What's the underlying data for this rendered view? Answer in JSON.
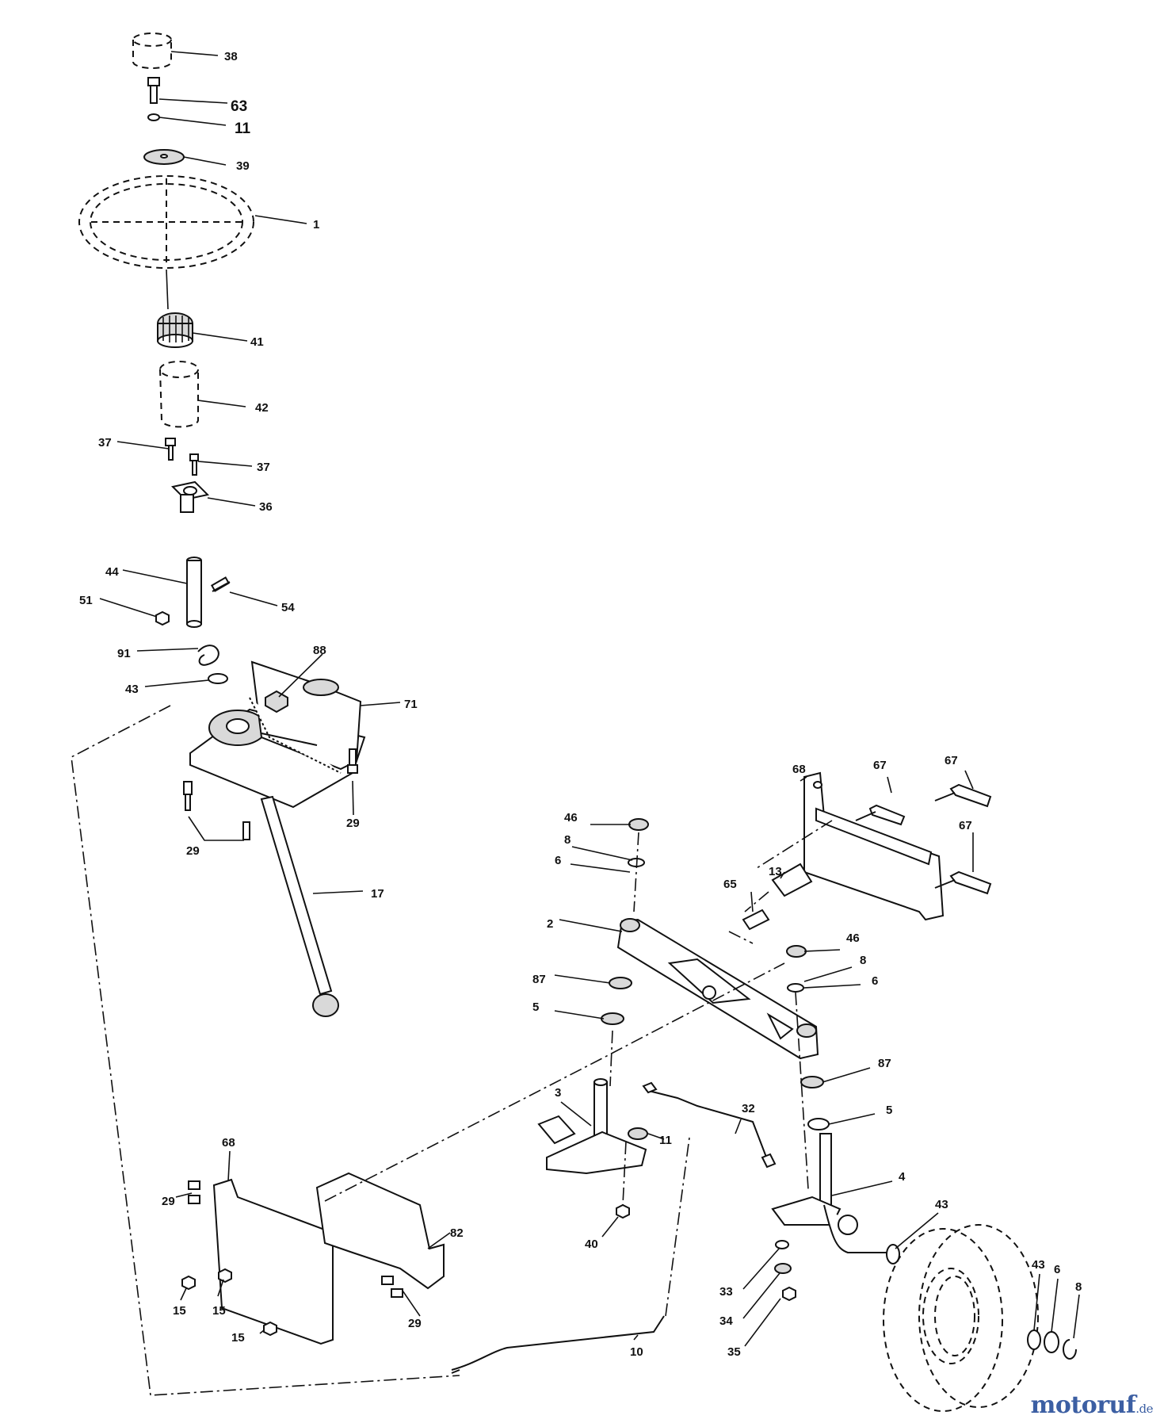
{
  "watermark": {
    "main": "motoruf",
    "tld": ".de"
  },
  "callouts": [
    {
      "id": "c38",
      "text": "38"
    },
    {
      "id": "c63",
      "text": "63"
    },
    {
      "id": "c11a",
      "text": "11"
    },
    {
      "id": "c39",
      "text": "39"
    },
    {
      "id": "c1",
      "text": "1"
    },
    {
      "id": "c41",
      "text": "41"
    },
    {
      "id": "c42",
      "text": "42"
    },
    {
      "id": "c37a",
      "text": "37"
    },
    {
      "id": "c37b",
      "text": "37"
    },
    {
      "id": "c36",
      "text": "36"
    },
    {
      "id": "c44",
      "text": "44"
    },
    {
      "id": "c51",
      "text": "51"
    },
    {
      "id": "c54",
      "text": "54"
    },
    {
      "id": "c91",
      "text": "91"
    },
    {
      "id": "c88",
      "text": "88"
    },
    {
      "id": "c43a",
      "text": "43"
    },
    {
      "id": "c71",
      "text": "71"
    },
    {
      "id": "c29a",
      "text": "29"
    },
    {
      "id": "c29b",
      "text": "29"
    },
    {
      "id": "c17",
      "text": "17"
    },
    {
      "id": "c68a",
      "text": "68"
    },
    {
      "id": "c67a",
      "text": "67"
    },
    {
      "id": "c67b",
      "text": "67"
    },
    {
      "id": "c67c",
      "text": "67"
    },
    {
      "id": "c46a",
      "text": "46"
    },
    {
      "id": "c8a",
      "text": "8"
    },
    {
      "id": "c6a",
      "text": "6"
    },
    {
      "id": "c13",
      "text": "13"
    },
    {
      "id": "c65",
      "text": "65"
    },
    {
      "id": "c2",
      "text": "2"
    },
    {
      "id": "c46b",
      "text": "46"
    },
    {
      "id": "c8b",
      "text": "8"
    },
    {
      "id": "c6b",
      "text": "6"
    },
    {
      "id": "c87a",
      "text": "87"
    },
    {
      "id": "c5a",
      "text": "5"
    },
    {
      "id": "c87b",
      "text": "87"
    },
    {
      "id": "c5b",
      "text": "5"
    },
    {
      "id": "c3",
      "text": "3"
    },
    {
      "id": "c32",
      "text": "32"
    },
    {
      "id": "c11b",
      "text": "11"
    },
    {
      "id": "c4",
      "text": "4"
    },
    {
      "id": "c68b",
      "text": "68"
    },
    {
      "id": "c29c",
      "text": "29"
    },
    {
      "id": "c82",
      "text": "82"
    },
    {
      "id": "c40",
      "text": "40"
    },
    {
      "id": "c43b",
      "text": "43"
    },
    {
      "id": "c43c",
      "text": "43"
    },
    {
      "id": "c6c",
      "text": "6"
    },
    {
      "id": "c8c",
      "text": "8"
    },
    {
      "id": "c33",
      "text": "33"
    },
    {
      "id": "c34",
      "text": "34"
    },
    {
      "id": "c35",
      "text": "35"
    },
    {
      "id": "c15a",
      "text": "15"
    },
    {
      "id": "c15b",
      "text": "15"
    },
    {
      "id": "c29d",
      "text": "29"
    },
    {
      "id": "c15c",
      "text": "15"
    },
    {
      "id": "c10",
      "text": "10"
    }
  ]
}
